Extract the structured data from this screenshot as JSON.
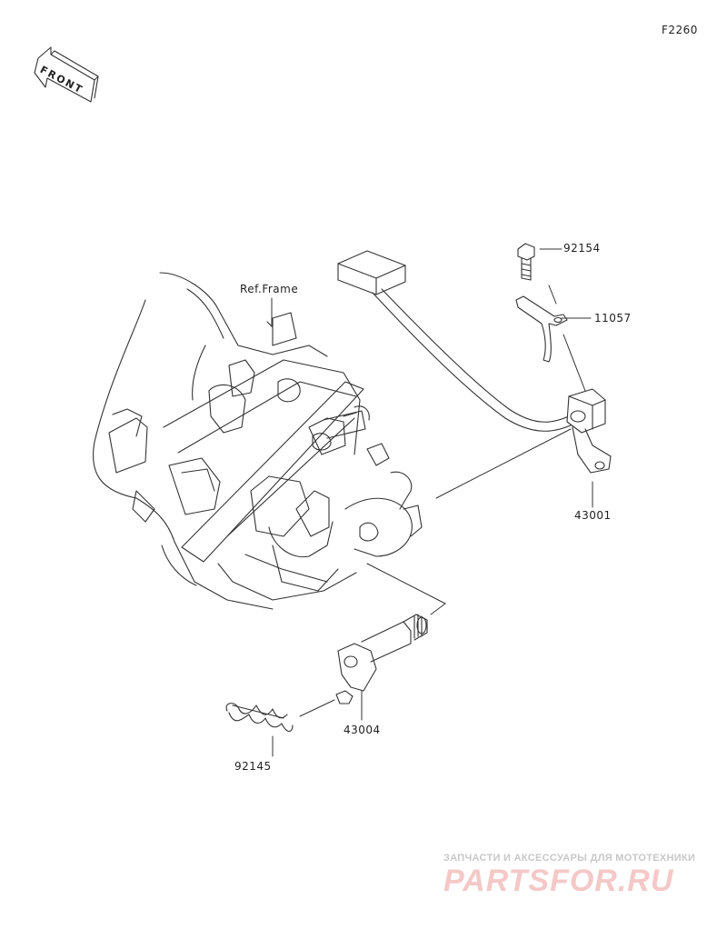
{
  "figure_code": "F2260",
  "front_label": "FRONT",
  "labels": {
    "ref_frame": "Ref.Frame",
    "p92154": "92154",
    "p11057": "11057",
    "p43001": "43001",
    "p43004": "43004",
    "p92145": "92145"
  },
  "watermark": {
    "tagline": "ЗАПЧАСТИ И АКСЕССУАРЫ ДЛЯ МОТОТЕХНИКИ",
    "logo": "PARTSFOR.RU"
  }
}
